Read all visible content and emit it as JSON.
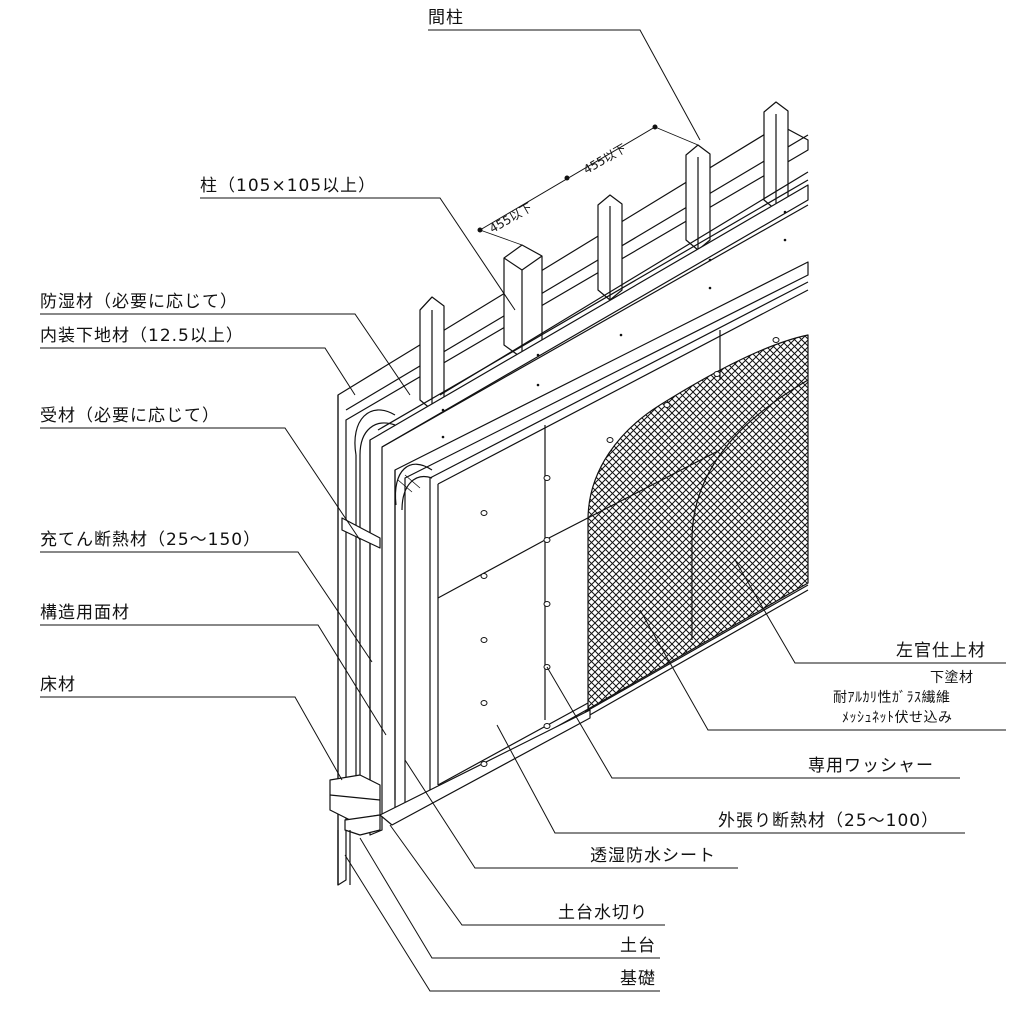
{
  "labels": {
    "mabashira": "間柱",
    "hashira": "柱（105×105以上）",
    "boshitsu": "防湿材（必要に応じて）",
    "naiso": "内装下地材（12.5以上）",
    "ukezai": "受材（必要に応じて）",
    "juten": "充てん断熱材（25～150）",
    "kozo": "構造用面材",
    "yuka": "床材",
    "sakan": "左官仕上材",
    "shitanuri": "下塗材",
    "mesh1": "耐ｱﾙｶﾘ性ｶﾞﾗｽ繊維",
    "mesh2": "ﾒｯｼｭﾈｯﾄ伏せ込み",
    "washer": "専用ワッシャー",
    "sotobari": "外張り断熱材（25～100）",
    "toshitsu": "透湿防水シート",
    "mizukiri": "土台水切り",
    "dodai": "土台",
    "kiso": "基礎"
  },
  "dimensions": {
    "d1": "455以下",
    "d2": "455以下"
  }
}
